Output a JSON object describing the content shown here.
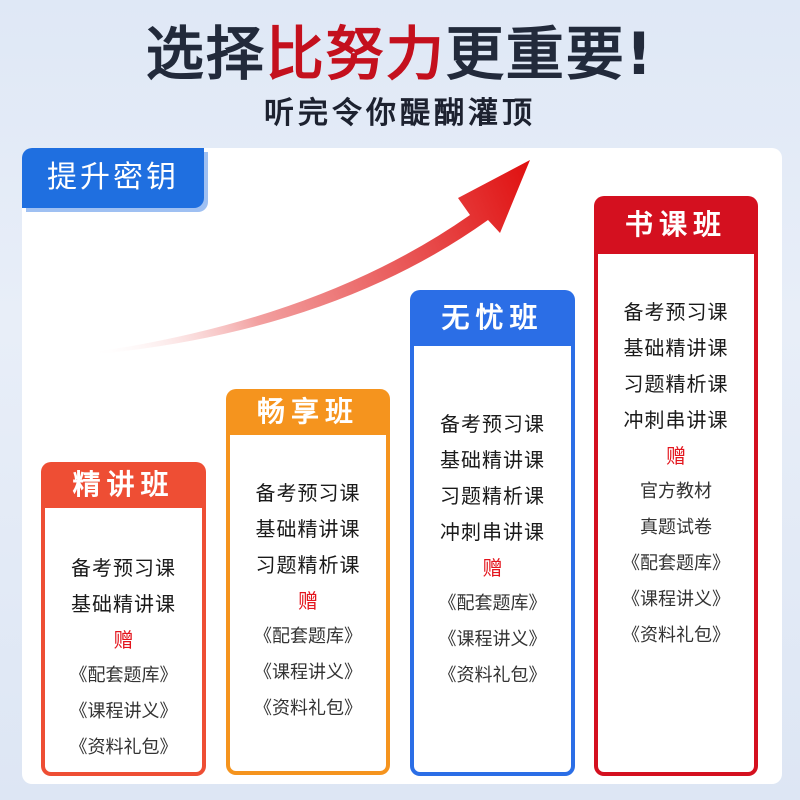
{
  "headline": {
    "part_a": "选择",
    "part_b": "比努力",
    "part_c": "更重要!"
  },
  "subheadline": "听完令你醍醐灌顶",
  "badge": "提升密钥",
  "colors": {
    "red": "#d4101f",
    "orange": "#f5941e",
    "blue": "#2b6ee6",
    "coral": "#ee4e34",
    "gift": "#e3141c"
  },
  "cards": [
    {
      "title": "精讲班",
      "courses": [
        "备考预习课",
        "基础精讲课"
      ],
      "gift_label": "赠",
      "extras": [
        "《配套题库》",
        "《课程讲义》",
        "《资料礼包》"
      ]
    },
    {
      "title": "畅享班",
      "courses": [
        "备考预习课",
        "基础精讲课",
        "习题精析课"
      ],
      "gift_label": "赠",
      "extras": [
        "《配套题库》",
        "《课程讲义》",
        "《资料礼包》"
      ]
    },
    {
      "title": "无忧班",
      "courses": [
        "备考预习课",
        "基础精讲课",
        "习题精析课",
        "冲刺串讲课"
      ],
      "gift_label": "赠",
      "extras": [
        "《配套题库》",
        "《课程讲义》",
        "《资料礼包》"
      ]
    },
    {
      "title": "书课班",
      "courses": [
        "备考预习课",
        "基础精讲课",
        "习题精析课",
        "冲刺串讲课"
      ],
      "gift_label": "赠",
      "extras": [
        "官方教材",
        "真题试卷",
        "《配套题库》",
        "《课程讲义》",
        "《资料礼包》"
      ]
    }
  ]
}
